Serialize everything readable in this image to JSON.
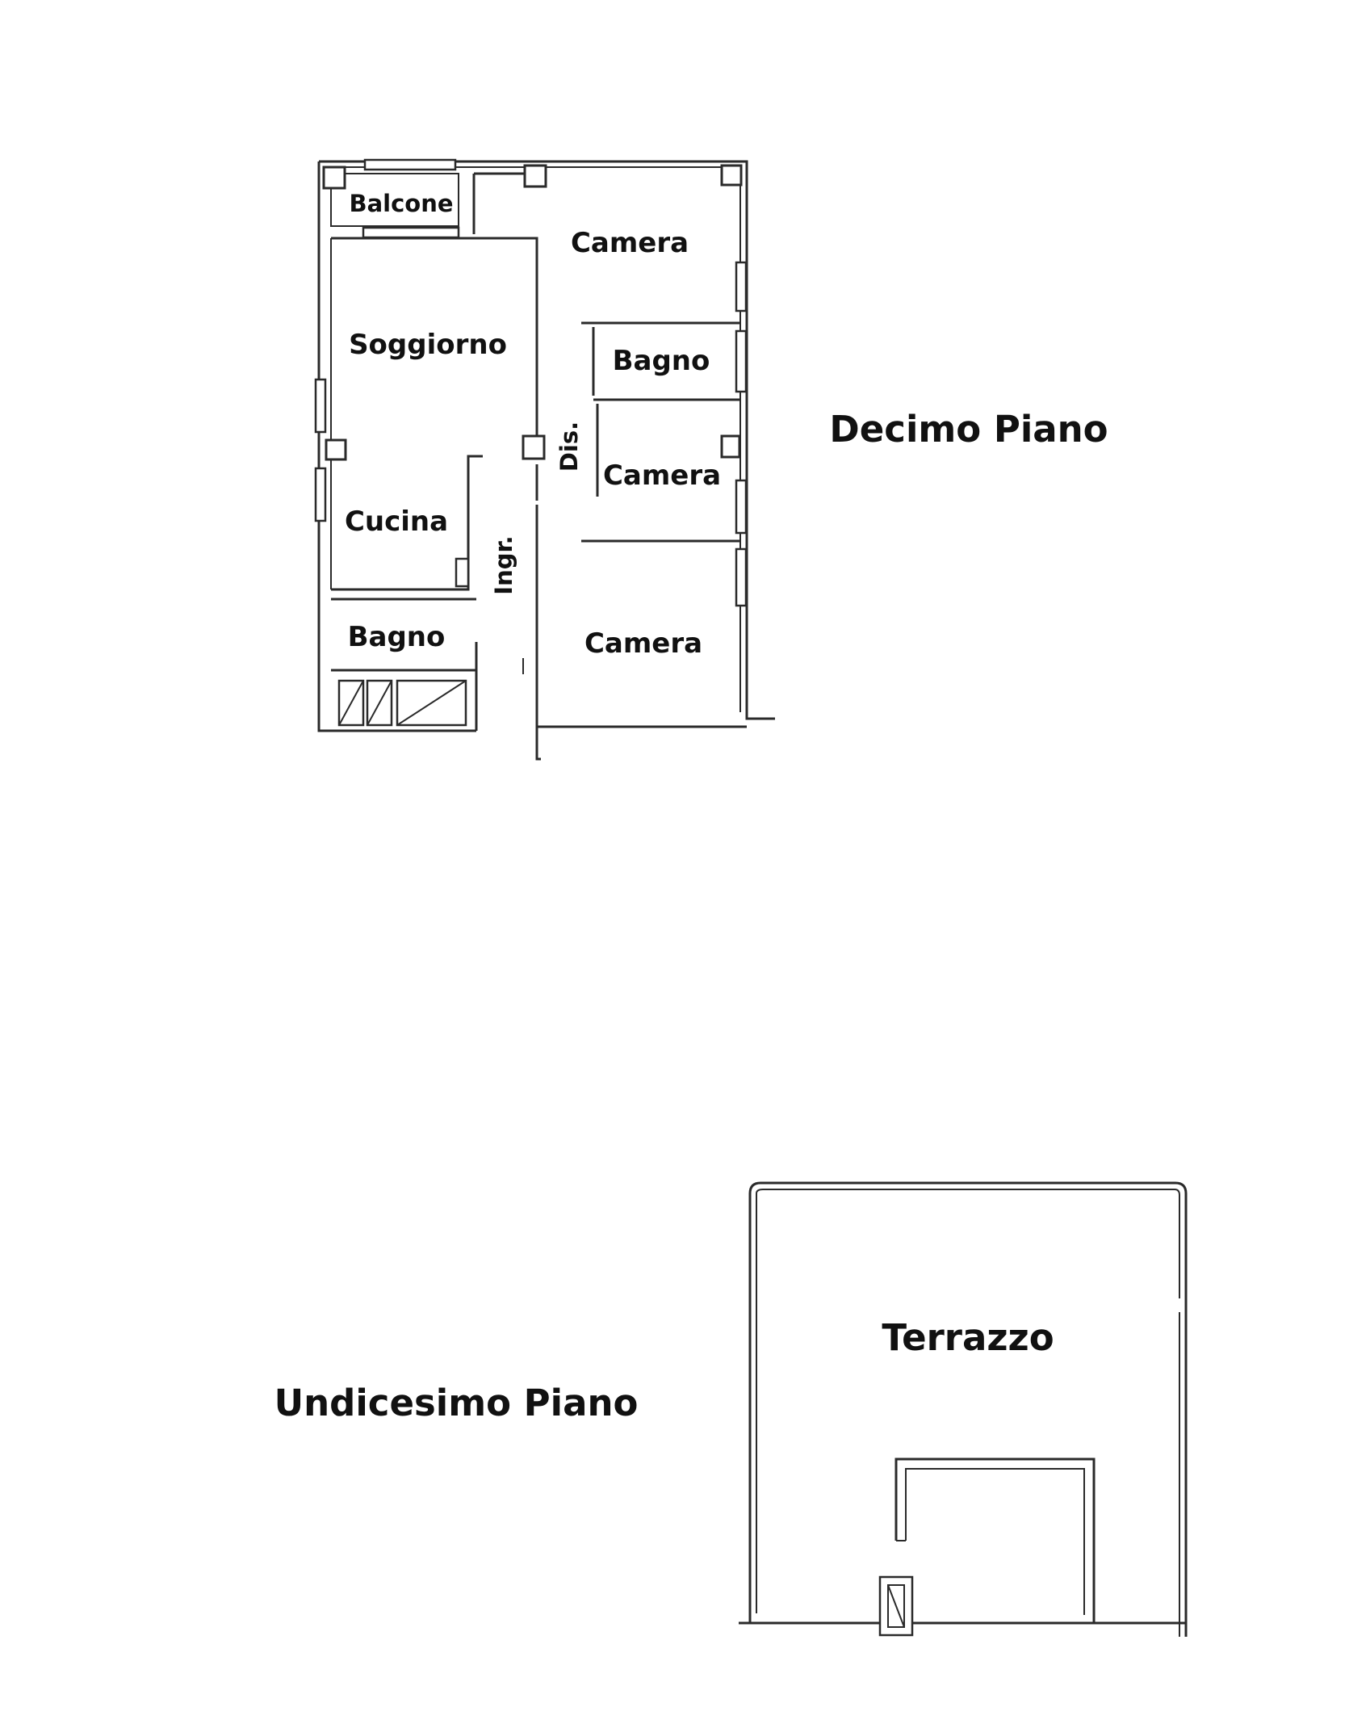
{
  "floors": {
    "tenth": {
      "title": "Decimo Piano",
      "rooms": {
        "balcone": "Balcone",
        "soggiorno": "Soggiorno",
        "cucina": "Cucina",
        "bagno_left": "Bagno",
        "ingresso": "Ingr.",
        "disimpegno": "Dis.",
        "camera_top": "Camera",
        "bagno_right": "Bagno",
        "camera_middle": "Camera",
        "camera_bottom": "Camera"
      }
    },
    "eleventh": {
      "title": "Undicesimo Piano",
      "rooms": {
        "terrazzo": "Terrazzo"
      }
    }
  }
}
